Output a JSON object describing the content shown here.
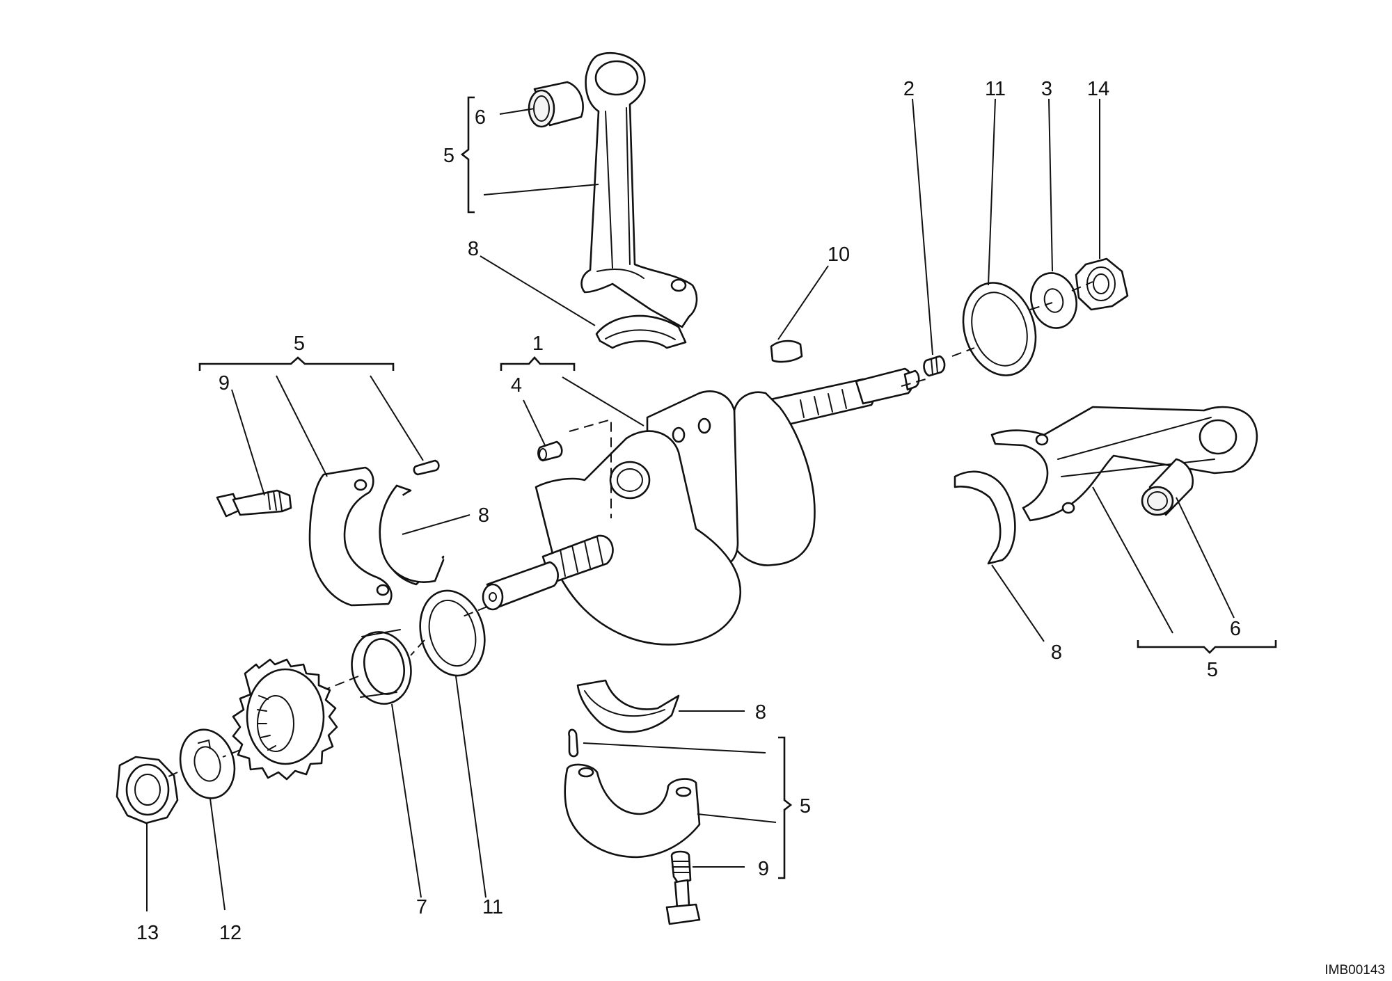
{
  "drawing": {
    "code": "IMB00143",
    "callouts": {
      "c1": "1",
      "c2": "2",
      "c3": "3",
      "c4": "4",
      "c5": "5",
      "c6": "6",
      "c7": "7",
      "c8": "8",
      "c9": "9",
      "c10": "10",
      "c11": "11",
      "c12": "12",
      "c13": "13",
      "c14": "14"
    }
  }
}
